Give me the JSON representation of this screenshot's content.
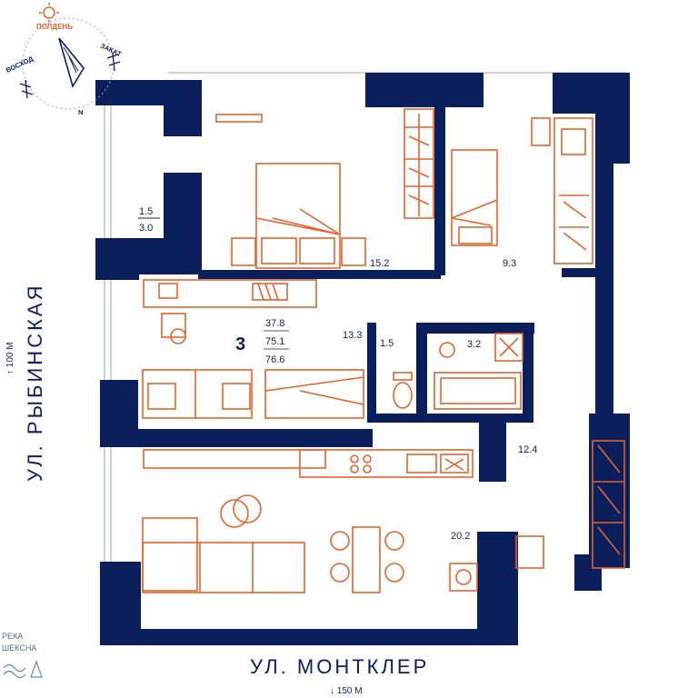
{
  "compass": {
    "noon": "ПОЛДЕНЬ",
    "sunrise": "ВОСХОД",
    "sunset": "ЗАКАТ",
    "north": "N"
  },
  "streets": {
    "west": "УЛ. РЫБИНСКАЯ",
    "west_distance": "↑ 100 М",
    "south": "УЛ. МОНТКЛЕР",
    "south_distance": "↓ 150 М"
  },
  "river": {
    "line1": "РЕКА",
    "line2": "ШЕКСНА"
  },
  "apartment": {
    "rooms": "3",
    "area_living": "37.8",
    "area_total": "75.1",
    "area_total_with_balcony": "76.6"
  },
  "room_areas": {
    "balcony_top": "1.5",
    "balcony_bottom": "3.0",
    "bedroom": "15.2",
    "kids_room": "9.3",
    "living_room": "13.3",
    "wc": "1.5",
    "bathroom": "3.2",
    "hallway": "12.4",
    "kitchen": "20.2"
  },
  "colors": {
    "wall": "#0b1f5c",
    "furniture": "#e3632d"
  }
}
